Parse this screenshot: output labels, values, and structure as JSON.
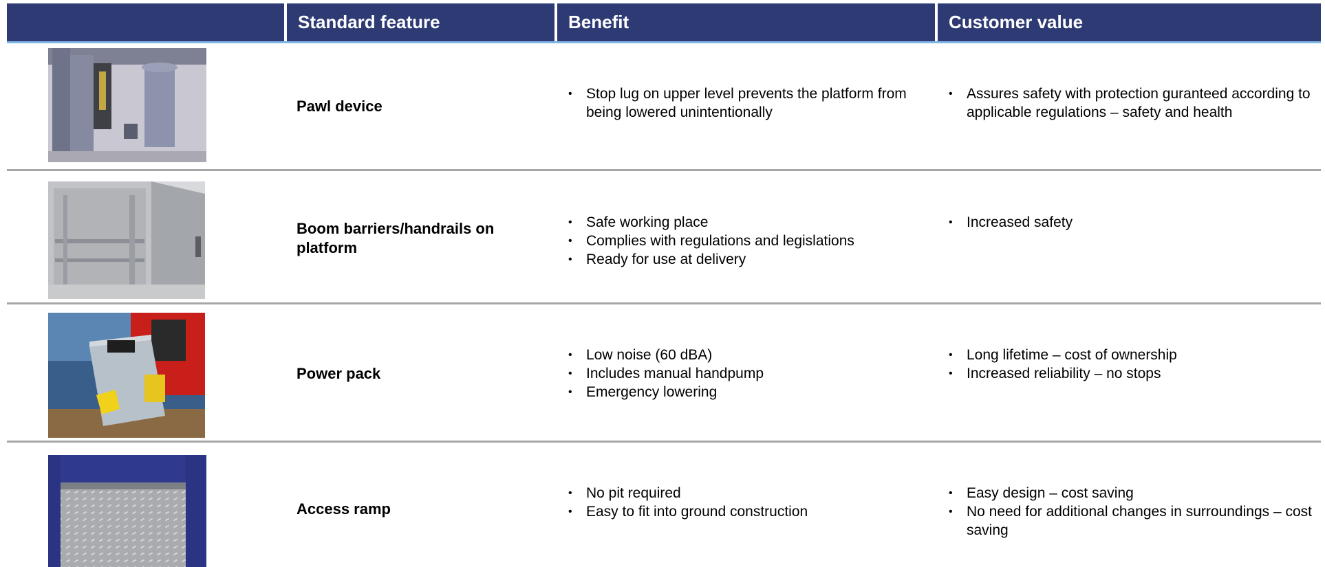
{
  "header": {
    "col_feature": "Standard feature",
    "col_benefit": "Benefit",
    "col_value": "Customer value"
  },
  "rows": [
    {
      "feature": "Pawl device",
      "benefits": [
        "Stop lug on upper level prevents the platform from being lowered unintentionally"
      ],
      "values": [
        "Assures safety with protection guranteed according to applicable regulations – safety and health"
      ]
    },
    {
      "feature": "Boom barriers/handrails on platform",
      "benefits": [
        "Safe working place",
        "Complies with regulations and legislations",
        "Ready for use at delivery"
      ],
      "values": [
        "Increased safety"
      ]
    },
    {
      "feature": "Power pack",
      "benefits": [
        "Low noise (60 dBA)",
        "Includes manual handpump",
        "Emergency lowering"
      ],
      "values": [
        "Long lifetime – cost of ownership",
        "Increased reliability – no stops"
      ]
    },
    {
      "feature": "Access ramp",
      "benefits": [
        "No pit required",
        "Easy to fit into ground construction"
      ],
      "values": [
        "Easy design – cost saving",
        "No need for additional changes in surroundings – cost saving"
      ]
    }
  ],
  "colors": {
    "header_bg": "#2d3a74",
    "header_underline": "#7fb3e3",
    "row_divider": "#a6a6a6"
  }
}
